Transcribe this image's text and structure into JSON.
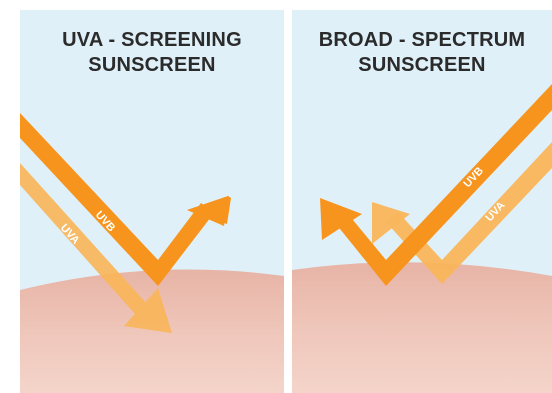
{
  "panels": {
    "left": {
      "title_line1": "UVA - SCREENING",
      "title_line2": "SUNSCREEN",
      "rays": {
        "uvb": "UVB",
        "uva": "UVA"
      }
    },
    "right": {
      "title_line1": "BROAD - SPECTRUM",
      "title_line2": "SUNSCREEN",
      "rays": {
        "uvb": "UVB",
        "uva": "UVA"
      }
    }
  },
  "colors": {
    "sky": "#dff0f8",
    "skin": "#eec3b7",
    "uvb_arrow": "#f7941d",
    "uva_arrow": "#f9b55a",
    "divider": "#ffffff"
  }
}
